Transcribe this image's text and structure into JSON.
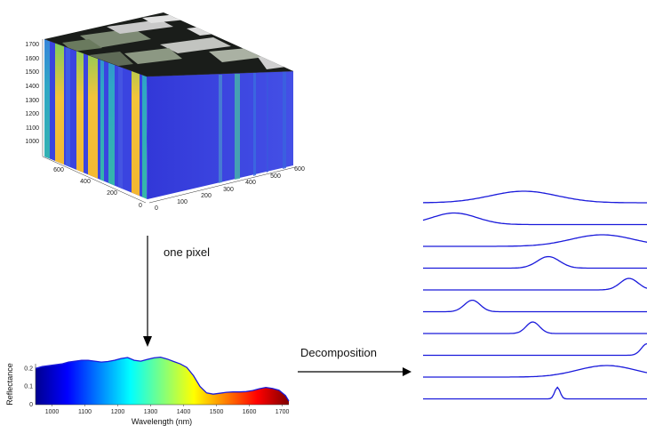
{
  "cube": {
    "height_ticks": [
      "1700",
      "1600",
      "1500",
      "1400",
      "1300",
      "1200",
      "1100",
      "1000"
    ],
    "left_ticks": [
      "600",
      "400",
      "200",
      "0"
    ],
    "right_ticks": [
      "0",
      "100",
      "200",
      "300",
      "400",
      "500",
      "600"
    ]
  },
  "arrow_label": "one pixel",
  "decomposition_label": "Decomposition",
  "chart_data": {
    "type": "area",
    "title": "",
    "xlabel": "Wavelength (nm)",
    "ylabel": "Reflectance",
    "xlim": [
      950,
      1720
    ],
    "ylim": [
      0,
      0.27
    ],
    "xticks": [
      "1000",
      "1100",
      "1200",
      "1300",
      "1400",
      "1500",
      "1600",
      "1700"
    ],
    "yticks": [
      "0",
      "0.1",
      "0.2"
    ],
    "fill": "jet colormap by wavelength",
    "x": [
      950,
      970,
      990,
      1010,
      1030,
      1050,
      1070,
      1090,
      1110,
      1130,
      1150,
      1170,
      1190,
      1210,
      1230,
      1250,
      1270,
      1290,
      1310,
      1330,
      1350,
      1370,
      1390,
      1410,
      1430,
      1450,
      1470,
      1490,
      1510,
      1530,
      1550,
      1570,
      1590,
      1610,
      1630,
      1650,
      1670,
      1690,
      1710,
      1720
    ],
    "y": [
      0.2,
      0.21,
      0.215,
      0.22,
      0.225,
      0.235,
      0.24,
      0.245,
      0.245,
      0.24,
      0.235,
      0.238,
      0.245,
      0.255,
      0.26,
      0.245,
      0.24,
      0.25,
      0.258,
      0.262,
      0.252,
      0.238,
      0.225,
      0.205,
      0.16,
      0.1,
      0.065,
      0.058,
      0.063,
      0.068,
      0.07,
      0.07,
      0.072,
      0.078,
      0.088,
      0.095,
      0.09,
      0.08,
      0.05,
      0.02
    ]
  },
  "components": [
    {
      "center": 0.45,
      "width": 0.15,
      "amp": 1.0
    },
    {
      "center": 0.14,
      "width": 0.1,
      "amp": 1.0
    },
    {
      "center": 0.8,
      "width": 0.14,
      "amp": 1.0
    },
    {
      "center": 0.56,
      "width": 0.05,
      "amp": 1.0
    },
    {
      "center": 0.92,
      "width": 0.04,
      "amp": 1.0
    },
    {
      "center": 0.22,
      "width": 0.035,
      "amp": 1.0
    },
    {
      "center": 0.49,
      "width": 0.03,
      "amp": 1.0
    },
    {
      "center": 1.0,
      "width": 0.025,
      "amp": 1.0
    },
    {
      "center": 0.82,
      "width": 0.13,
      "amp": 1.0
    },
    {
      "center": 0.6,
      "width": 0.012,
      "amp": 1.0
    }
  ],
  "colors": {
    "line": "#1a1adb",
    "cube_side": "#3a44e0",
    "arrow": "#000000"
  }
}
